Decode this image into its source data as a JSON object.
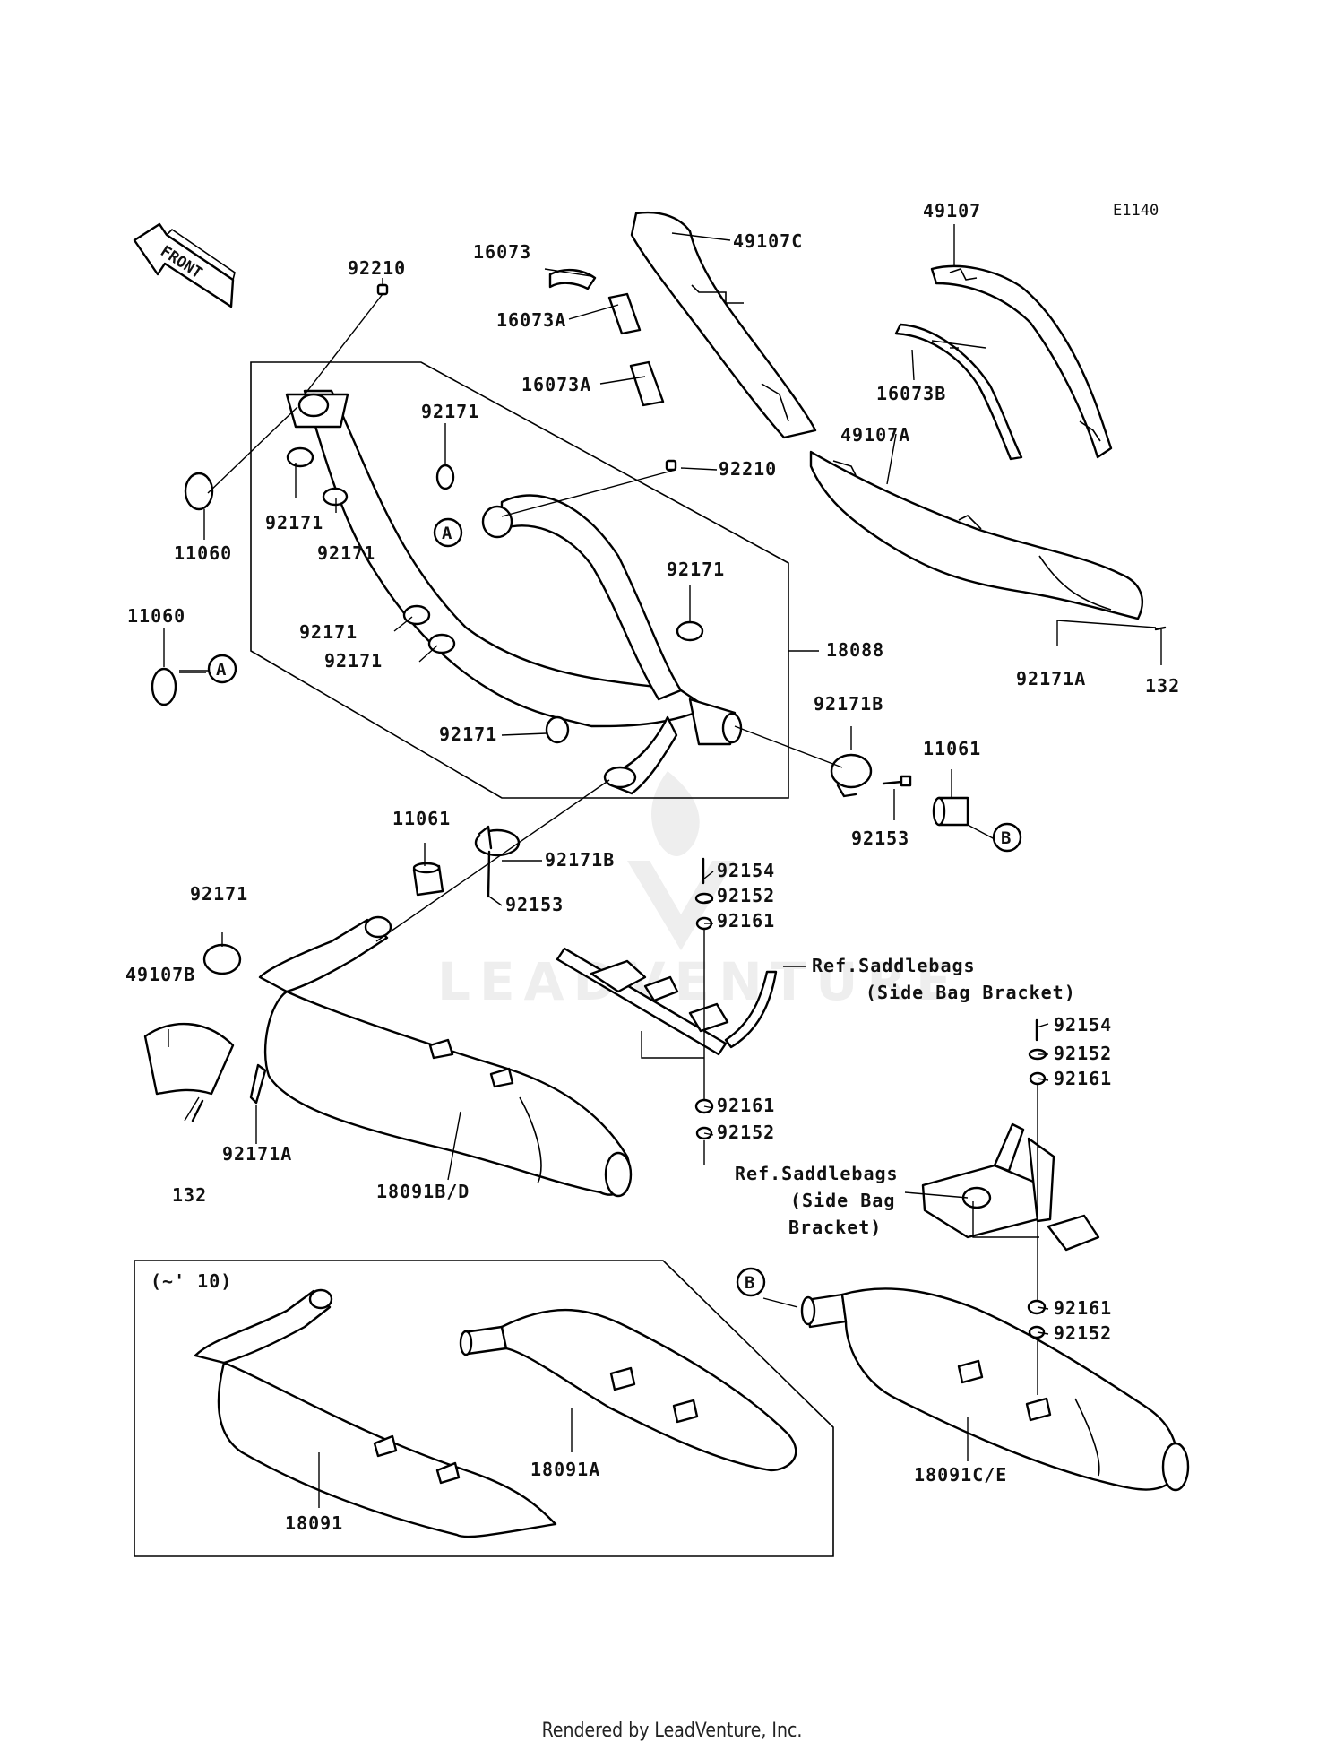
{
  "diagram": {
    "code": "E1140",
    "front_label": "FRONT",
    "watermark": "LEADVENTURE",
    "callouts": {
      "a": "A",
      "b": "B"
    },
    "labels": {
      "p92210_top": "92210",
      "p11060_upper": "11060",
      "p11060_lower": "11060",
      "p92171_a": "92171",
      "p92171_b": "92171",
      "p92171_c": "92171",
      "p92171_d": "92171",
      "p92171_e": "92171",
      "p92171_f": "92171",
      "p92171_g": "92171",
      "p92171_left": "92171",
      "p16073": "16073",
      "p16073A_upper": "16073A",
      "p16073A_lower": "16073A",
      "p49107C": "49107C",
      "p49107": "49107",
      "p16073B": "16073B",
      "p49107A": "49107A",
      "p92210_mid": "92210",
      "p18088": "18088",
      "p92171A_right": "92171A",
      "p132_right": "132",
      "p92171B_right": "92171B",
      "p11061_right": "11061",
      "p92153_right": "92153",
      "p11061_left": "11061",
      "p92171B_left": "92171B",
      "p92153_left": "92153",
      "p92154_upper": "92154",
      "p92152_upper": "92152",
      "p92161_upper": "92161",
      "p92161_mid": "92161",
      "p92152_mid": "92152",
      "p49107B": "49107B",
      "p92171A_left": "92171A",
      "p132_left": "132",
      "p18091BD": "18091B/D",
      "p92154_right": "92154",
      "p92152_right": "92152",
      "p92161_right": "92161",
      "p92161_low": "92161",
      "p92152_low": "92152",
      "p18091": "18091",
      "p18091A": "18091A",
      "p18091CE": "18091C/E",
      "year_note": "(~' 10)",
      "ref1_line1": "Ref.Saddlebags",
      "ref1_line2": "(Side Bag Bracket)",
      "ref2_line1": "Ref.Saddlebags",
      "ref2_line2": "(Side Bag",
      "ref2_line3": "Bracket)"
    }
  },
  "footer": {
    "credit": "Rendered by LeadVenture, Inc."
  }
}
